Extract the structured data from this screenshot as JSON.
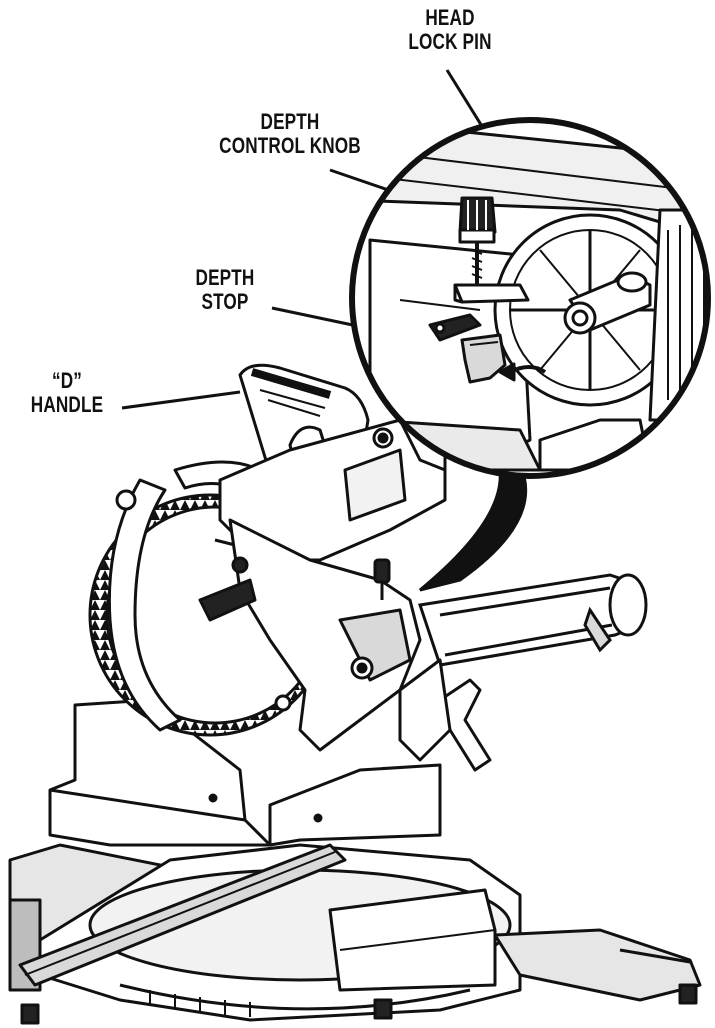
{
  "callouts": {
    "head_lock_pin": {
      "line1": "HEAD",
      "line2": "LOCK PIN"
    },
    "depth_control_knob": {
      "line1": "DEPTH",
      "line2": "CONTROL KNOB"
    },
    "depth_stop": {
      "line1": "DEPTH",
      "line2": "STOP"
    },
    "d_handle": {
      "line1": "“D”",
      "line2": "HANDLE"
    }
  },
  "colors": {
    "ink": "#111111",
    "paper": "#ffffff",
    "shade": "#d9d9d9",
    "dark": "#222222"
  }
}
